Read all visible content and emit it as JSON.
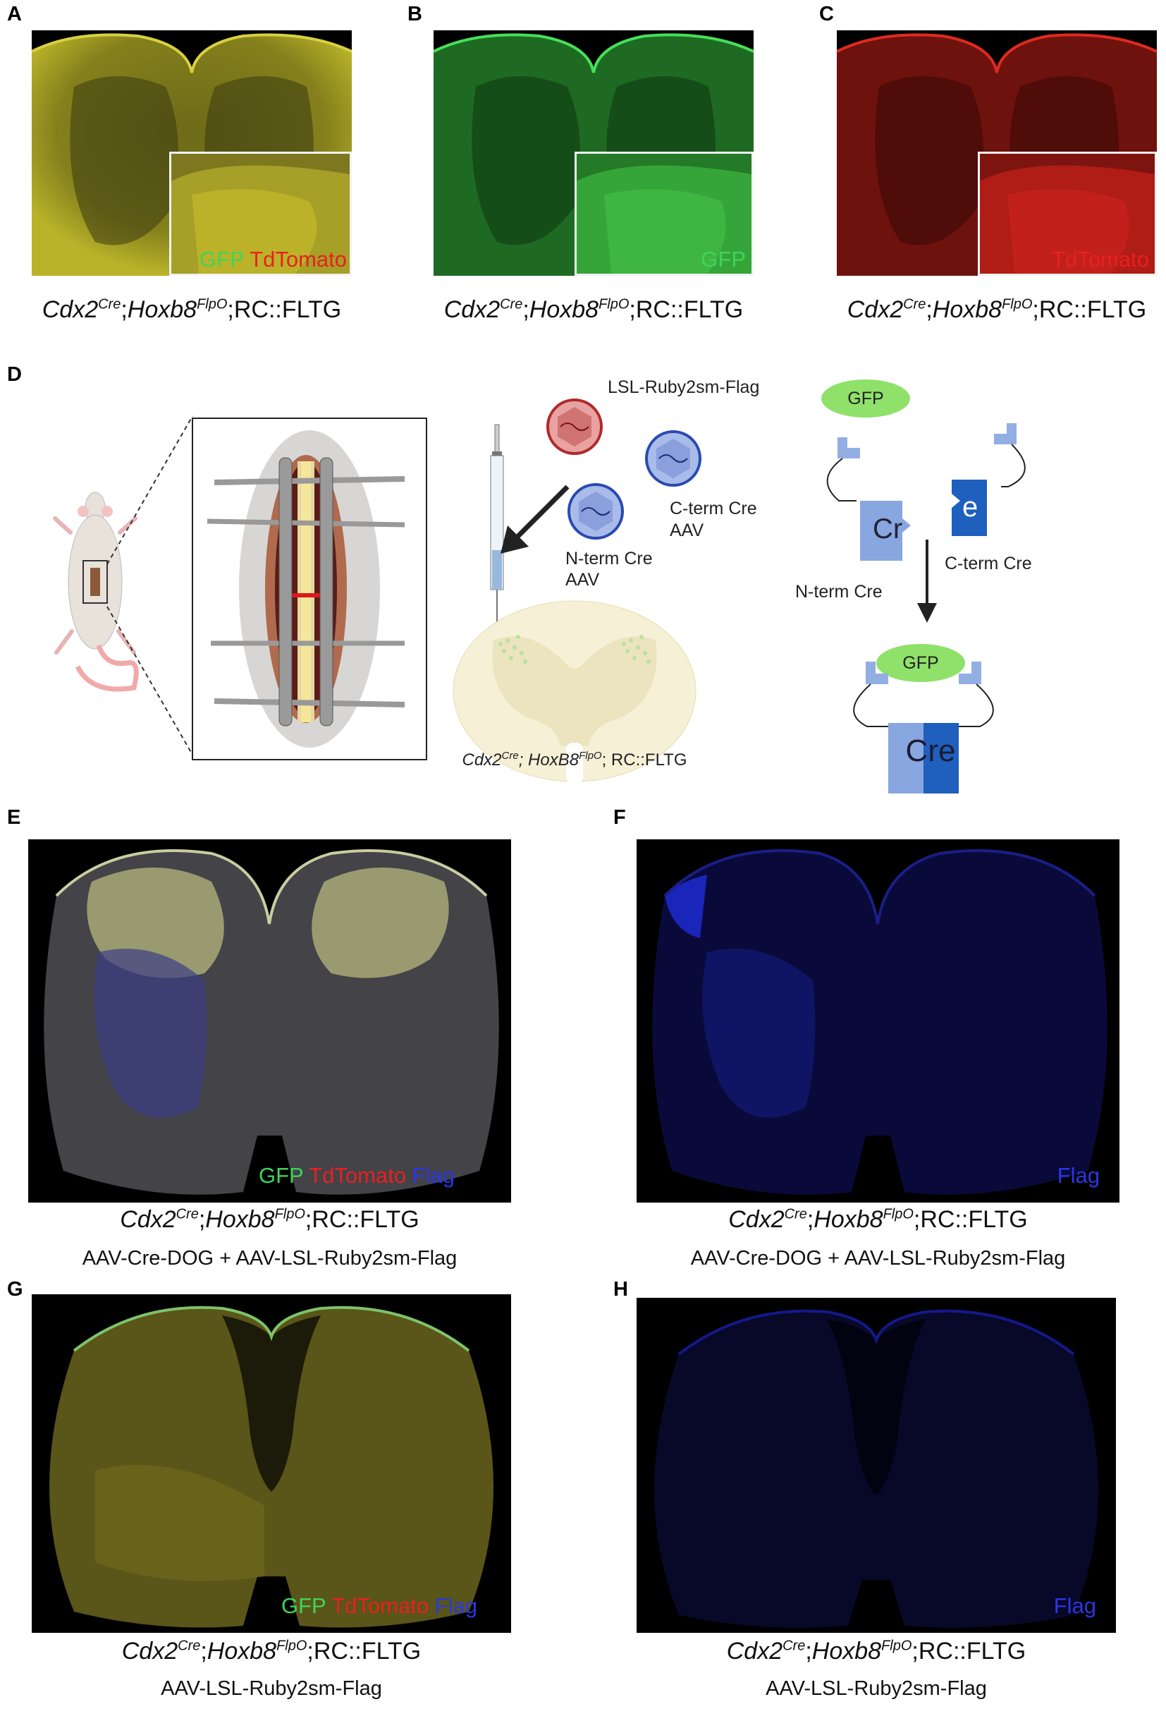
{
  "panels": {
    "A": "A",
    "B": "B",
    "C": "C",
    "D": "D",
    "E": "E",
    "F": "F",
    "G": "G",
    "H": "H"
  },
  "genotype": {
    "part1": "Cdx2",
    "sup1": "Cre",
    "sep": ";",
    "part2": "Hoxb8",
    "sup2": "FlpO",
    "part3": ";RC::FLTG"
  },
  "legends": {
    "gfp": "GFP",
    "tdtomato": "TdTomato",
    "flag": "Flag"
  },
  "subcaptions": {
    "E": "AAV-Cre-DOG + AAV-LSL-Ruby2sm-Flag",
    "F": "AAV-Cre-DOG + AAV-LSL-Ruby2sm-Flag",
    "G": "AAV-LSL-Ruby2sm-Flag",
    "H": "AAV-LSL-Ruby2sm-Flag"
  },
  "diagram": {
    "virus_red": "LSL-Ruby2sm-Flag",
    "virus_cterm_1": "C-term Cre",
    "virus_cterm_2": "AAV",
    "virus_nterm_1": "N-term Cre",
    "virus_nterm_2": "AAV",
    "cord_label_1": "Cdx2",
    "cord_sup_1": "Cre",
    "cord_label_2": "; HoxB8",
    "cord_sup_2": "FlpO",
    "cord_label_3": "; RC::FLTG",
    "gfp_top": "GFP",
    "gfp_bottom": "GFP",
    "cr_fragment": "Cr",
    "e_fragment": "e",
    "cre_whole": "Cre",
    "nterm_cre": "N-term Cre",
    "cterm_cre": "C-term Cre"
  },
  "colors": {
    "gfp": "#3fd45a",
    "tdtomato": "#e8201e",
    "flag": "#2a36e8"
  }
}
